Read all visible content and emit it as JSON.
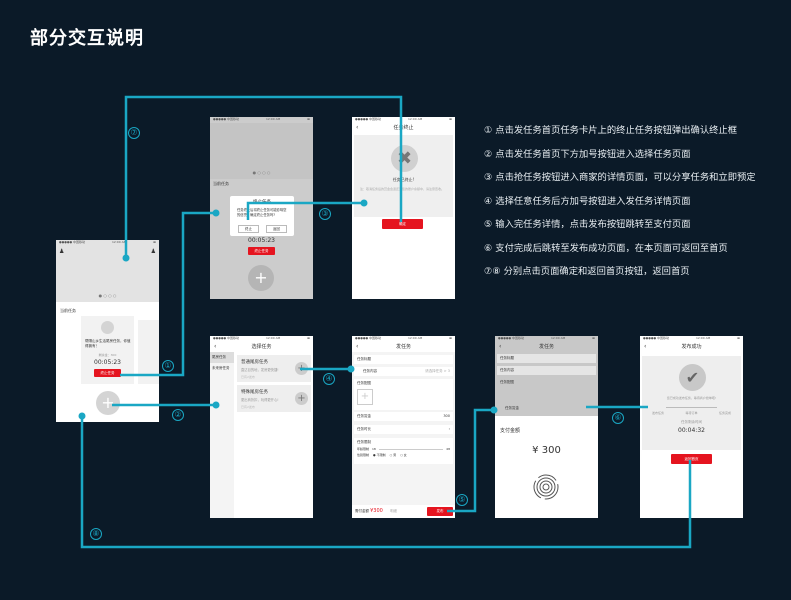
{
  "title": "部分交互说明",
  "legend": [
    "① 点击发任务首页任务卡片上的终止任务按钮弹出确认终止框",
    "② 点击发任务首页下方加号按钮进入选择任务页面",
    "③ 点击抢任务按钮进入商家的详情页面，可以分享任务和立即预定",
    "④ 选择任意任务后方加号按钮进入发任务详情页面",
    "⑤ 输入完任务详情，点击发布按钮跳转至支付页面",
    "⑥ 支付完成后跳转至发布成功页面，在本页面可返回至首页",
    "⑦⑧ 分别点击页面确定和返回首页按钮，返回首页"
  ],
  "markers": [
    "①",
    "②",
    "③",
    "④",
    "⑤",
    "⑥",
    "⑦",
    "⑧"
  ],
  "status": {
    "carrier": "●●●●● 中国移动",
    "time": "12:00 AM"
  },
  "home": {
    "section": "当前任务",
    "card_text": "帮隔山乡生活尾房任务，你值得拥有！",
    "card_meta": "剩余金：300",
    "timer": "00:05:23",
    "stop_btn": "终止任务",
    "banner_dots": "● ○ ○ ○"
  },
  "dialog": {
    "title": "终止任务",
    "body": "任务终止后将终止任务可能影响您的信誉，确定终止任务吗?",
    "confirm": "终止",
    "cancel": "返回"
  },
  "terminated": {
    "nav": "任务终止",
    "heading": "任务已终止!",
    "desc": "注：取消任务后的赏金会退还至您的账户余额中，请注意查收。",
    "ok": "确定"
  },
  "select": {
    "nav": "选择任务",
    "tabs": [
      "尾房任务",
      "未来房任务"
    ],
    "cards": [
      {
        "title": "普通尾房任务",
        "desc": "直达目的地，发房更快捷!",
        "meta": "已有2发布"
      },
      {
        "title": "特殊尾房任务",
        "desc": "更出商折扣，玩得更开心!",
        "meta": "已有2发布"
      }
    ]
  },
  "publish": {
    "nav": "发任务",
    "fields": [
      "任务标题",
      "任务内容",
      "任务配图",
      "任务赏金",
      "任务时长",
      "任务限制"
    ],
    "content_hint": "请选择任务 > 3",
    "reward": "300",
    "age_label": "年龄限制",
    "age_min": "18",
    "age_max": "48",
    "gender_label": "性别限制",
    "genders": [
      "不限制",
      "男",
      "女"
    ],
    "total_label": "需付金额",
    "total": "¥300",
    "detail": "明细",
    "publish_btn": "发布"
  },
  "pay": {
    "nav": "发任务",
    "label": "支付金额",
    "amount": "¥ 300"
  },
  "success": {
    "nav": "发布成功",
    "msg": "您已成功发布任务，等待商户抢单吧!",
    "steps": [
      "发布任务",
      "等待订单",
      "任务完成"
    ],
    "countdown_label": "任务剩余时间",
    "countdown": "00:04:32",
    "home_btn": "返回首页"
  },
  "colors": {
    "bg": "#0b1a28",
    "accent": "#1aa7c4",
    "red": "#e5141f"
  }
}
